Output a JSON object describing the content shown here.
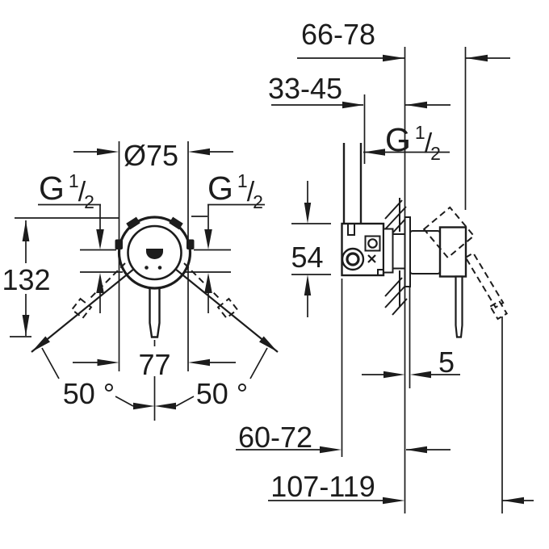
{
  "drawing": {
    "kind": "technical-installation-dimension-drawing",
    "front_view": {
      "escutcheon_diameter": "Ø75",
      "overall_height": "132",
      "handle_width": "77",
      "swing_angle_left": "50 °",
      "swing_angle_right": "50 °"
    },
    "side_view": {
      "wall_depth_range": "66-78",
      "rough_in_depth_range": "33-45",
      "valve_body_height": "54",
      "escutcheon_offset": "5",
      "handle_depth_min_range": "60-72",
      "handle_depth_max_range": "107-119"
    },
    "thread_label": {
      "g": "G",
      "numerator": "1",
      "slash": "/",
      "denominator": "2"
    },
    "colors": {
      "ink": "#1c1c1c",
      "paper": "#ffffff"
    }
  }
}
